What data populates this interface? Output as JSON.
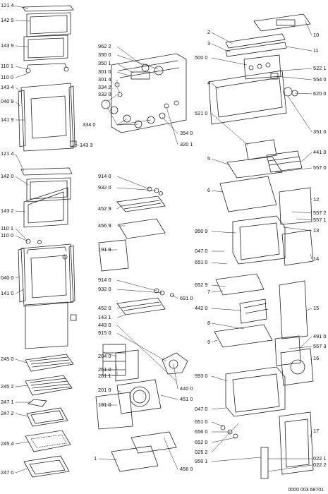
{
  "footer": "0000 003 68701",
  "labels_left": [
    "121 4",
    "142 9",
    "143 9",
    "110 1",
    "110 0",
    "143 4",
    "040 9",
    "141 9",
    "143 3",
    "121 4",
    "142 0",
    "143 2",
    "110 1",
    "110 0",
    "040 0",
    "141 0",
    "245 0",
    "245 2",
    "247 1",
    "247 2",
    "245 4",
    "247 0"
  ],
  "labels_mid": [
    "962 2",
    "350 0",
    "350 1",
    "301 0",
    "301 4",
    "334 2",
    "332 0",
    "334 0",
    "354 0",
    "320 1",
    "914 0",
    "932 0",
    "452 9",
    "456 9",
    "191 9",
    "914 0",
    "932 0",
    "691 0",
    "452 0",
    "143 1",
    "443 0",
    "915 0",
    "204 0",
    "261 0",
    "261 1",
    "440 0",
    "201 0",
    "451 0",
    "191 0",
    "1",
    "456 0"
  ],
  "labels_right": [
    "2",
    "3",
    "10",
    "11",
    "500 0",
    "522 1",
    "4",
    "554 0",
    "620 0",
    "521 0",
    "351 0",
    "441 0",
    "5",
    "557 0",
    "6",
    "12",
    "557 2",
    "557 1",
    "13",
    "950 9",
    "047 0",
    "651 0",
    "14",
    "652 9",
    "7",
    "442 0",
    "15",
    "8",
    "9",
    "491 0",
    "557 3",
    "16",
    "993 0",
    "047 0",
    "651 0",
    "656 0",
    "652 0",
    "025 2",
    "950 1",
    "022 1",
    "022 2",
    "17"
  ]
}
